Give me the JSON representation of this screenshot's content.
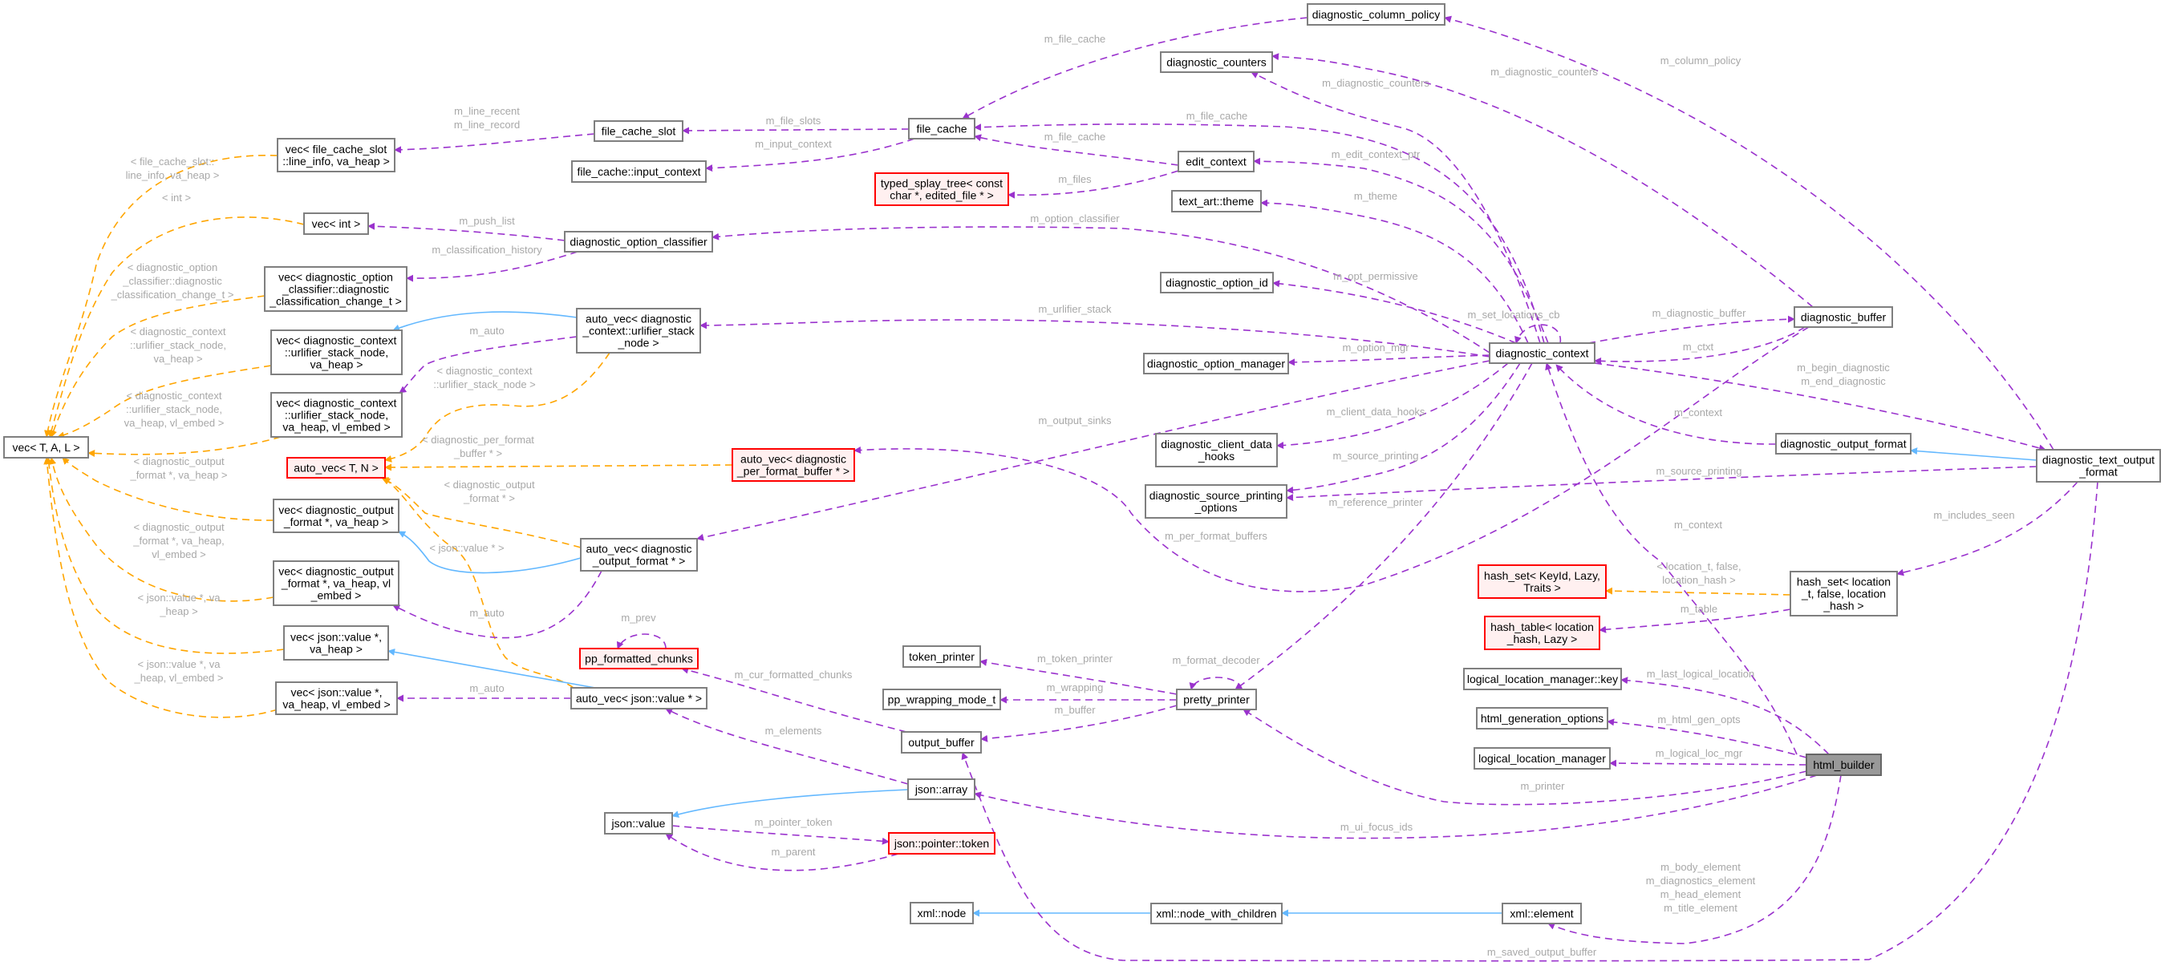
{
  "diagram": {
    "type": "collaboration-graph",
    "focus_node": "html_builder",
    "colors": {
      "usage_edge": "#9a32cd",
      "template_edge": "#ffa500",
      "inheritance_edge": "#63b8ff",
      "node_border": "#7f7f7f",
      "undocumented_border": "#ff0000",
      "undocumented_fill": "#fff0f0",
      "focus_fill": "#999999",
      "edge_label": "#a8a8a8"
    },
    "nodes": {
      "vec_tal": [
        "vec< T, A, L >"
      ],
      "vec_fcs": [
        "vec< file_cache_slot",
        "::line_info, va_heap >"
      ],
      "vec_int": [
        "vec< int >"
      ],
      "vec_doc": [
        "vec< diagnostic_option",
        "_classifier::diagnostic",
        "_classification_change_t >"
      ],
      "vec_usn": [
        "vec< diagnostic_context",
        "::urlifier_stack_node,",
        "va_heap >"
      ],
      "vec_usn_e": [
        "vec< diagnostic_context",
        "::urlifier_stack_node,",
        "va_heap, vl_embed >"
      ],
      "auto_vec_tn": [
        "auto_vec< T, N >"
      ],
      "vec_dof": [
        "vec< diagnostic_output",
        "_format *, va_heap >"
      ],
      "vec_dof_e": [
        "vec< diagnostic_output",
        "_format *, va_heap, vl",
        "_embed >"
      ],
      "vec_jv": [
        "vec< json::value *,",
        "va_heap >"
      ],
      "vec_jv_e": [
        "vec< json::value *,",
        "va_heap, vl_embed >"
      ],
      "file_cache_slot": [
        "file_cache_slot"
      ],
      "fc_input_context": [
        "file_cache::input_context"
      ],
      "file_cache": [
        "file_cache"
      ],
      "typed_splay_tree": [
        "typed_splay_tree< const",
        "char *, edited_file * >"
      ],
      "diag_option_classifier": [
        "diagnostic_option_classifier"
      ],
      "auto_vec_usn": [
        "auto_vec< diagnostic",
        "_context::urlifier_stack",
        "_node >"
      ],
      "auto_vec_pfb": [
        "auto_vec< diagnostic",
        "_per_format_buffer * >"
      ],
      "auto_vec_dof": [
        "auto_vec< diagnostic",
        "_output_format * >"
      ],
      "pp_formatted_chunks": [
        "pp_formatted_chunks"
      ],
      "auto_vec_jv": [
        "auto_vec< json::value * >"
      ],
      "token_printer": [
        "token_printer"
      ],
      "pp_wrapping_mode_t": [
        "pp_wrapping_mode_t"
      ],
      "output_buffer": [
        "output_buffer"
      ],
      "json_array": [
        "json::array"
      ],
      "json_value": [
        "json::value"
      ],
      "json_pointer_token": [
        "json::pointer::token"
      ],
      "xml_node": [
        "xml::node"
      ],
      "diag_column_policy": [
        "diagnostic_column_policy"
      ],
      "diag_counters": [
        "diagnostic_counters"
      ],
      "edit_context": [
        "edit_context"
      ],
      "text_art_theme": [
        "text_art::theme"
      ],
      "diag_option_id": [
        "diagnostic_option_id"
      ],
      "diag_option_manager": [
        "diagnostic_option_manager"
      ],
      "diag_context": [
        "diagnostic_context"
      ],
      "diag_client_data_hooks": [
        "diagnostic_client_data",
        "_hooks"
      ],
      "diag_source_printing_options": [
        "diagnostic_source_printing",
        "_options"
      ],
      "hash_set_keyid": [
        "hash_set< KeyId, Lazy,",
        "Traits >"
      ],
      "hash_table_loc": [
        "hash_table< location",
        "_hash, Lazy >"
      ],
      "pretty_printer": [
        "pretty_printer"
      ],
      "llm_key": [
        "logical_location_manager::key"
      ],
      "html_gen_options": [
        "html_generation_options"
      ],
      "llm": [
        "logical_location_manager"
      ],
      "xml_nwc": [
        "xml::node_with_children"
      ],
      "xml_element": [
        "xml::element"
      ],
      "diag_buffer": [
        "diagnostic_buffer"
      ],
      "diag_output_format": [
        "diagnostic_output_format"
      ],
      "diag_text_output_format": [
        "diagnostic_text_output",
        "_format"
      ],
      "hash_set_loc": [
        "hash_set< location",
        "_t, false, location",
        "_hash >"
      ],
      "html_builder": [
        "html_builder"
      ]
    },
    "edge_labels": {
      "fcs_tpl": [
        "< file_cache_slot::",
        "line_info, va_heap >"
      ],
      "int_tpl": [
        "< int >"
      ],
      "doc_tpl": [
        "< diagnostic_option",
        "_classifier::diagnostic",
        "_classification_change_t >"
      ],
      "usn_tpl": [
        "< diagnostic_context",
        "::urlifier_stack_node,",
        "va_heap >"
      ],
      "usn_e_tpl": [
        "< diagnostic_context",
        "::urlifier_stack_node,",
        "va_heap, vl_embed >"
      ],
      "dof_tpl": [
        "< diagnostic_output",
        "_format *, va_heap >"
      ],
      "dof_e_tpl": [
        "< diagnostic_output",
        "_format *, va_heap,",
        "vl_embed >"
      ],
      "jv_tpl": [
        "< json::value *, va",
        "_heap >"
      ],
      "jv_e_tpl": [
        "< json::value *, va",
        "_heap, vl_embed >"
      ],
      "line_recent": [
        "m_line_recent",
        "m_line_record"
      ],
      "push_list": [
        "m_push_list"
      ],
      "classification_history": [
        "m_classification_history"
      ],
      "m_auto_1": [
        "m_auto"
      ],
      "avusn_tpl": [
        "< diagnostic_context",
        "::urlifier_stack_node >"
      ],
      "pfb_tpl": [
        "< diagnostic_per_format",
        "_buffer * >"
      ],
      "avdof_tpl": [
        "< diagnostic_output",
        "_format * >"
      ],
      "avjv_tpl": [
        "< json::value * >"
      ],
      "m_auto_2": [
        "m_auto"
      ],
      "m_auto_3": [
        "m_auto"
      ],
      "file_slots": [
        "m_file_slots"
      ],
      "input_context": [
        "m_input_context"
      ],
      "file_cache_top": [
        "m_file_cache"
      ],
      "file_cache_ec": [
        "m_file_cache"
      ],
      "files": [
        "m_files"
      ],
      "option_classifier": [
        "m_option_classifier"
      ],
      "urlifier_stack": [
        "m_urlifier_stack"
      ],
      "output_sinks": [
        "m_output_sinks"
      ],
      "m_prev": [
        "m_prev"
      ],
      "cur_formatted_chunks": [
        "m_cur_formatted_chunks"
      ],
      "elements": [
        "m_elements"
      ],
      "pointer_token": [
        "m_pointer_token"
      ],
      "parent": [
        "m_parent"
      ],
      "token_printer": [
        "m_token_printer"
      ],
      "wrapping": [
        "m_wrapping"
      ],
      "buffer": [
        "m_buffer"
      ],
      "column_policy": [
        "m_column_policy"
      ],
      "diag_counters_1": [
        "m_diagnostic_counters"
      ],
      "diag_counters_2": [
        "m_diagnostic_counters"
      ],
      "file_cache_dc": [
        "m_file_cache"
      ],
      "edit_context_ptr": [
        "m_edit_context_ptr"
      ],
      "theme": [
        "m_theme"
      ],
      "opt_permissive": [
        "m_opt_permissive"
      ],
      "set_locations_cb": [
        "m_set_locations_cb"
      ],
      "diagnostic_buffer": [
        "m_diagnostic_buffer"
      ],
      "option_mgr": [
        "m_option_mgr"
      ],
      "ctxt": [
        "m_ctxt"
      ],
      "begin_end": [
        "m_begin_diagnostic",
        "m_end_diagnostic"
      ],
      "client_data_hooks": [
        "m_client_data_hooks"
      ],
      "context_1": [
        "m_context"
      ],
      "source_printing_1": [
        "m_source_printing"
      ],
      "source_printing_2": [
        "m_source_printing"
      ],
      "reference_printer": [
        "m_reference_printer"
      ],
      "per_format_buffers": [
        "m_per_format_buffers"
      ],
      "context_2": [
        "m_context"
      ],
      "includes_seen": [
        "m_includes_seen"
      ],
      "loc_tpl": [
        "< location_t, false,",
        "location_hash >"
      ],
      "table": [
        "m_table"
      ],
      "format_decoder": [
        "m_format_decoder"
      ],
      "last_logical_location": [
        "m_last_logical_location"
      ],
      "html_gen_opts": [
        "m_html_gen_opts"
      ],
      "logical_loc_mgr": [
        "m_logical_loc_mgr"
      ],
      "printer": [
        "m_printer"
      ],
      "ui_focus_ids": [
        "m_ui_focus_ids"
      ],
      "elements_xml": [
        "m_body_element",
        "m_diagnostics_element",
        "m_head_element",
        "m_title_element"
      ],
      "saved_output_buffer": [
        "m_saved_output_buffer"
      ]
    }
  }
}
